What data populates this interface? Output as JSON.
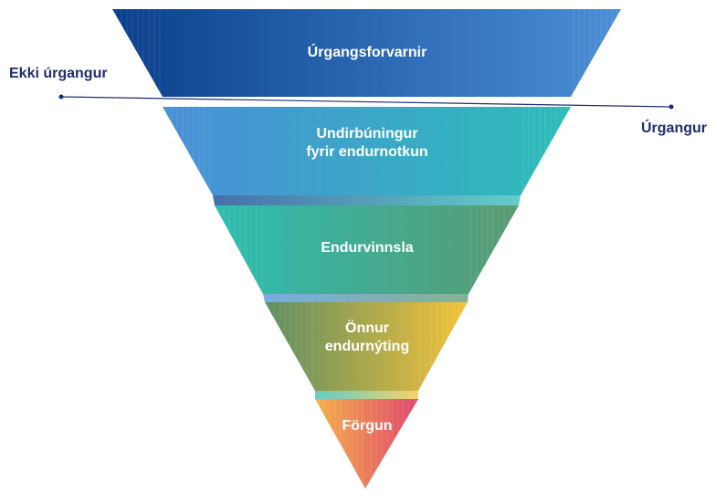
{
  "labels": {
    "left": "Ekki úrgangur",
    "right": "Úrgangur"
  },
  "tiers": [
    {
      "lines": [
        "Úrgangsforvarnir"
      ],
      "color_start": "#0b3f8c",
      "color_end": "#4b8fd6"
    },
    {
      "lines": [
        "Undirbúningur",
        "fyrir endurnotkun"
      ],
      "color_start": "#4a8fd8",
      "color_end": "#2dbdb8"
    },
    {
      "lines": [
        "Endurvinnsla"
      ],
      "color_start": "#2dbdb0",
      "color_end": "#5a9a72"
    },
    {
      "lines": [
        "Önnur",
        "endurnýting"
      ],
      "color_start": "#5e8e62",
      "color_end": "#f5c23a"
    },
    {
      "lines": [
        "Förgun"
      ],
      "color_start": "#f5b14a",
      "color_end": "#e0476d"
    }
  ],
  "divider_color": "#1f2d6e"
}
